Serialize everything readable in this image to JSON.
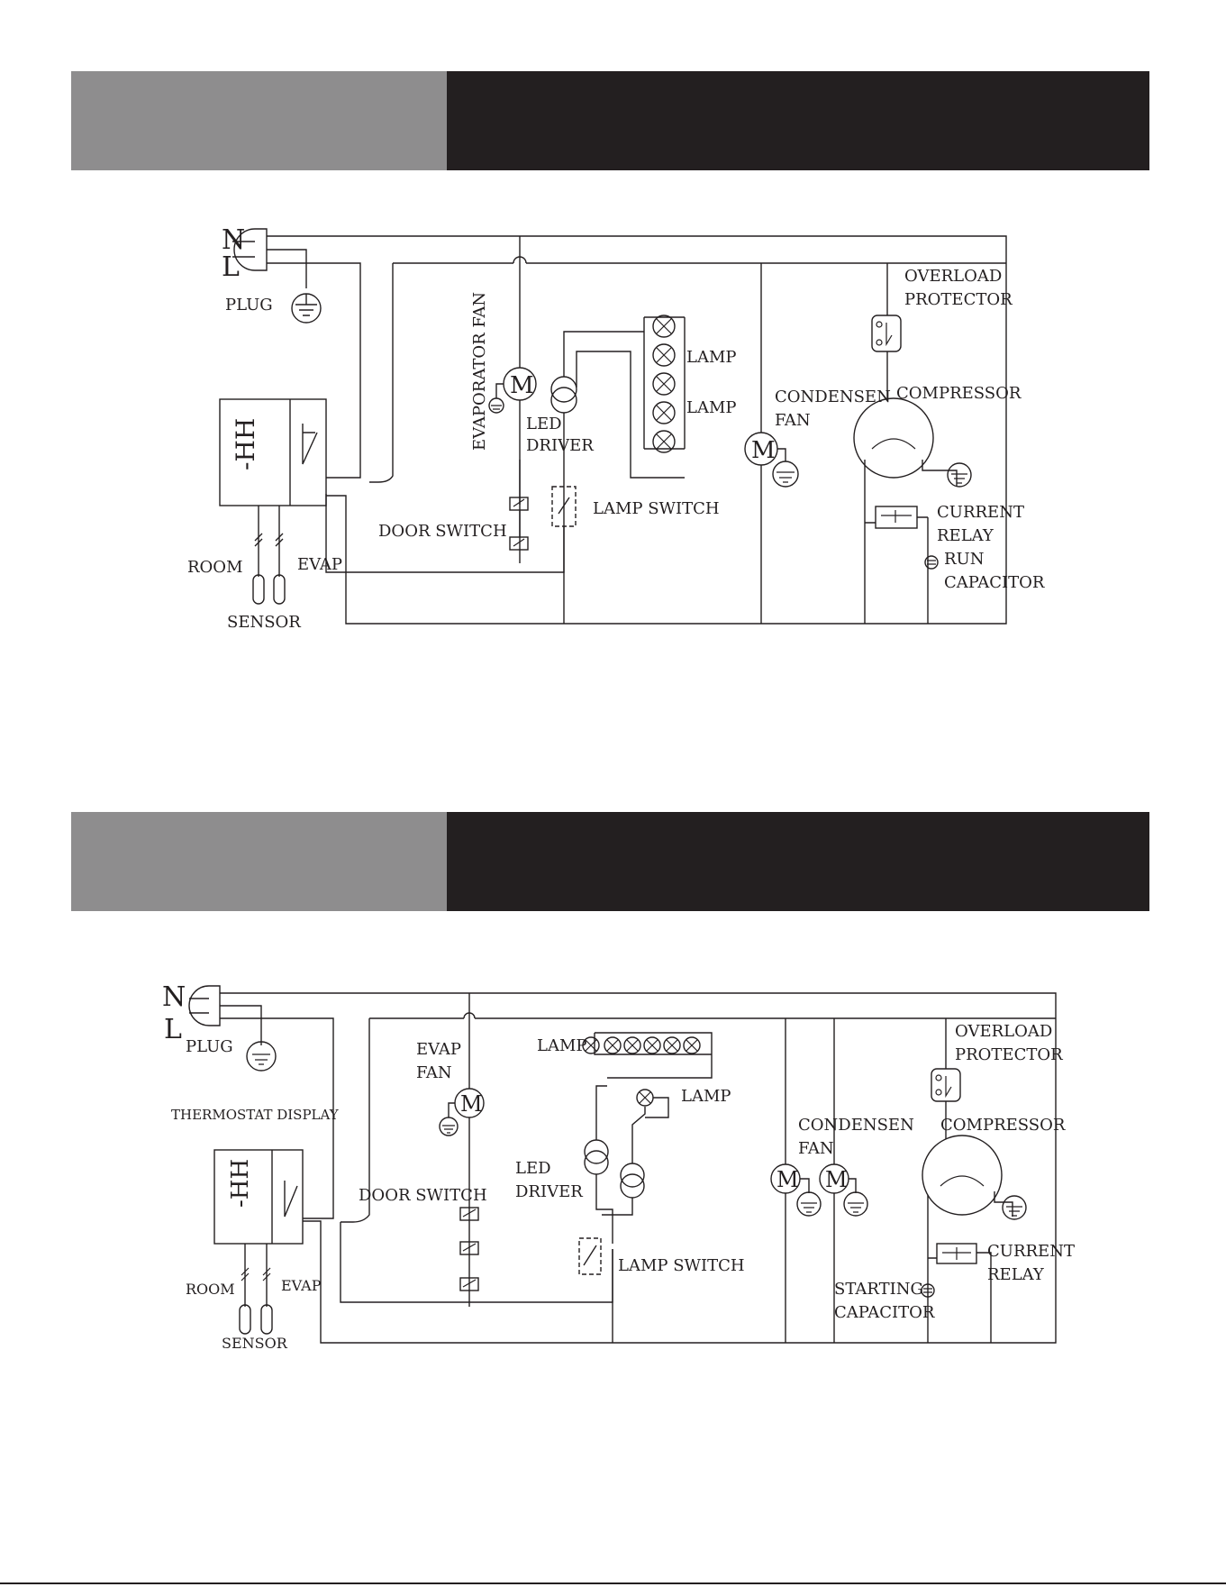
{
  "diagram1": {
    "labels": {
      "n": "N",
      "l": "L",
      "plug": "PLUG",
      "evaporator_fan": "EVAPORATOR FAN",
      "led": "LED",
      "driver": "DRIVER",
      "lamp_a": "LAMP",
      "lamp_b": "LAMP",
      "lamp_switch": "LAMP SWITCH",
      "door_switch": "DOOR SWITCH",
      "condensen": "CONDENSEN",
      "fan": "FAN",
      "overload": "OVERLOAD",
      "protector": "PROTECTOR",
      "compressor": "COMPRESSOR",
      "current": "CURRENT",
      "relay": "RELAY",
      "run": "RUN",
      "capacitor": "CAPACITOR",
      "room": "ROOM",
      "evap": "EVAP",
      "sensor": "SENSOR",
      "motor": "M",
      "display": "-HH"
    }
  },
  "diagram2": {
    "labels": {
      "n": "N",
      "l": "L",
      "plug": "PLUG",
      "evap": "EVAP",
      "fan": "FAN",
      "lamp_row": "LAMP",
      "lamp": "LAMP",
      "thermostat_display": "THERMOSTAT DISPLAY",
      "door_switch": "DOOR SWITCH",
      "led": "LED",
      "driver": "DRIVER",
      "lamp_switch": "LAMP SWITCH",
      "condensen": "CONDENSEN",
      "condensen_fan": "FAN",
      "overload": "OVERLOAD",
      "protector": "PROTECTOR",
      "compressor": "COMPRESSOR",
      "current": "CURRENT",
      "relay": "RELAY",
      "starting": "STARTING",
      "capacitor": "CAPACITOR",
      "room": "ROOM",
      "evap_sensor": "EVAP",
      "sensor": "SENSOR",
      "motor": "M",
      "display": "-HH"
    }
  }
}
